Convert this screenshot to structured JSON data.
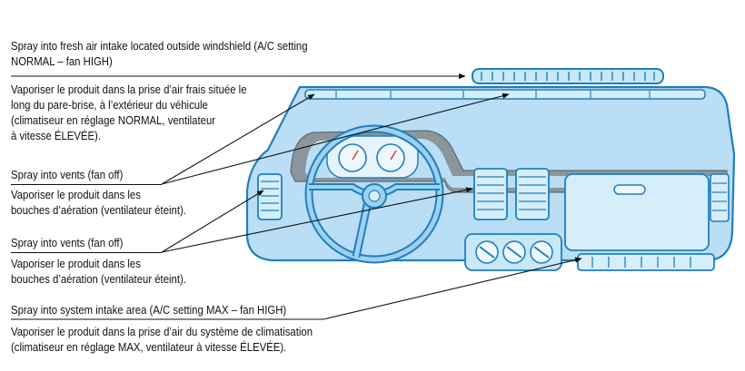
{
  "callouts": [
    {
      "en_lines": [
        "Spray into fresh air intake located outside windshield (A/C setting",
        "NORMAL – fan HIGH)"
      ],
      "fr_lines": [
        "Vaporiser le produit dans la prise d’air frais située le",
        "long du pare-brise, à l’extérieur du véhicule",
        "(climatiseur en réglage NORMAL, ventilateur",
        "à vitesse ÉLEVÉE)."
      ]
    },
    {
      "en_lines": [
        "Spray into vents (fan off)"
      ],
      "fr_lines": [
        "Vaporiser le produit dans les",
        "bouches d’aération (ventilateur éteint)."
      ]
    },
    {
      "en_lines": [
        "Spray into vents (fan off)"
      ],
      "fr_lines": [
        "Vaporiser le produit dans les",
        "bouches d’aération (ventilateur éteint)."
      ]
    },
    {
      "en_lines": [
        "Spray into system intake area (A/C setting MAX –  fan HIGH)"
      ],
      "fr_lines": [
        "Vaporiser le produit dans la prise d’air du système de climatisation",
        "(climatiseur en réglage MAX, ventilateur à vitesse ÉLEVÉE)."
      ]
    }
  ],
  "colors": {
    "dash_fill": "#b9def5",
    "dash_stroke": "#1f7fbf",
    "dash_inner": "#8a969c",
    "vent_fill": "#d6eefa",
    "text": "#111111"
  }
}
